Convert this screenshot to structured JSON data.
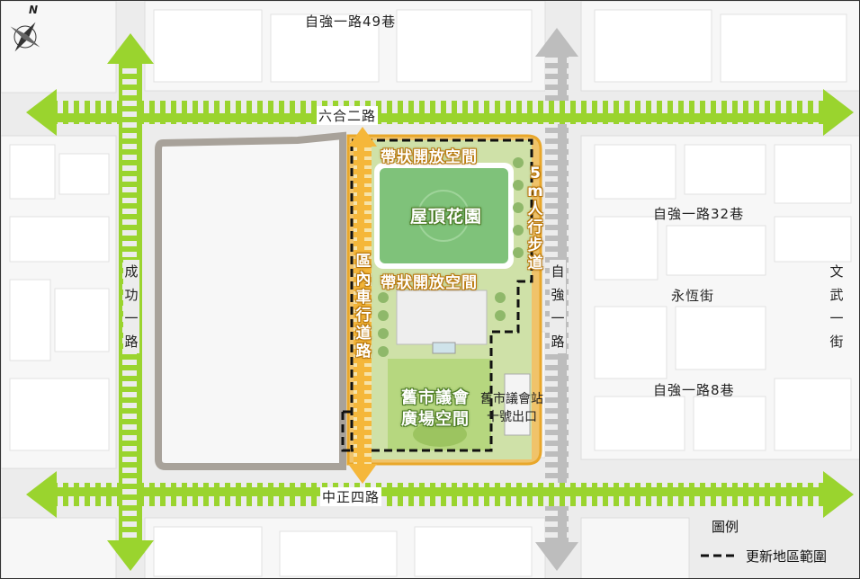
{
  "compass": {
    "north": "N"
  },
  "streets": {
    "top": "自強一路49巷",
    "liuhe": "六合二路",
    "zq32": "自強一路32巷",
    "yongheng": "永恆街",
    "zq8": "自強一路8巷",
    "zhongzheng": "中正四路",
    "chenggong": "成功一路",
    "ziqiang": "自強一路",
    "wenwu": "文武一街"
  },
  "features": {
    "strip_top": "帶狀開放空間",
    "strip_mid": "帶狀開放空間",
    "roof_garden": "屋頂花園",
    "walkway": "5m人行步道",
    "internal_road": "區內車行道路",
    "plaza": "舊市議會廣場空間",
    "station_exit": "舊市議會站十號出口"
  },
  "legend": {
    "title": "圖例",
    "boundary": "更新地區範圍"
  },
  "colors": {
    "green_arrow": "#9ad42e",
    "gray_arrow": "#bdbdbd",
    "orange": "#f0a824",
    "site_boundary_gray": "#a8a29a"
  }
}
